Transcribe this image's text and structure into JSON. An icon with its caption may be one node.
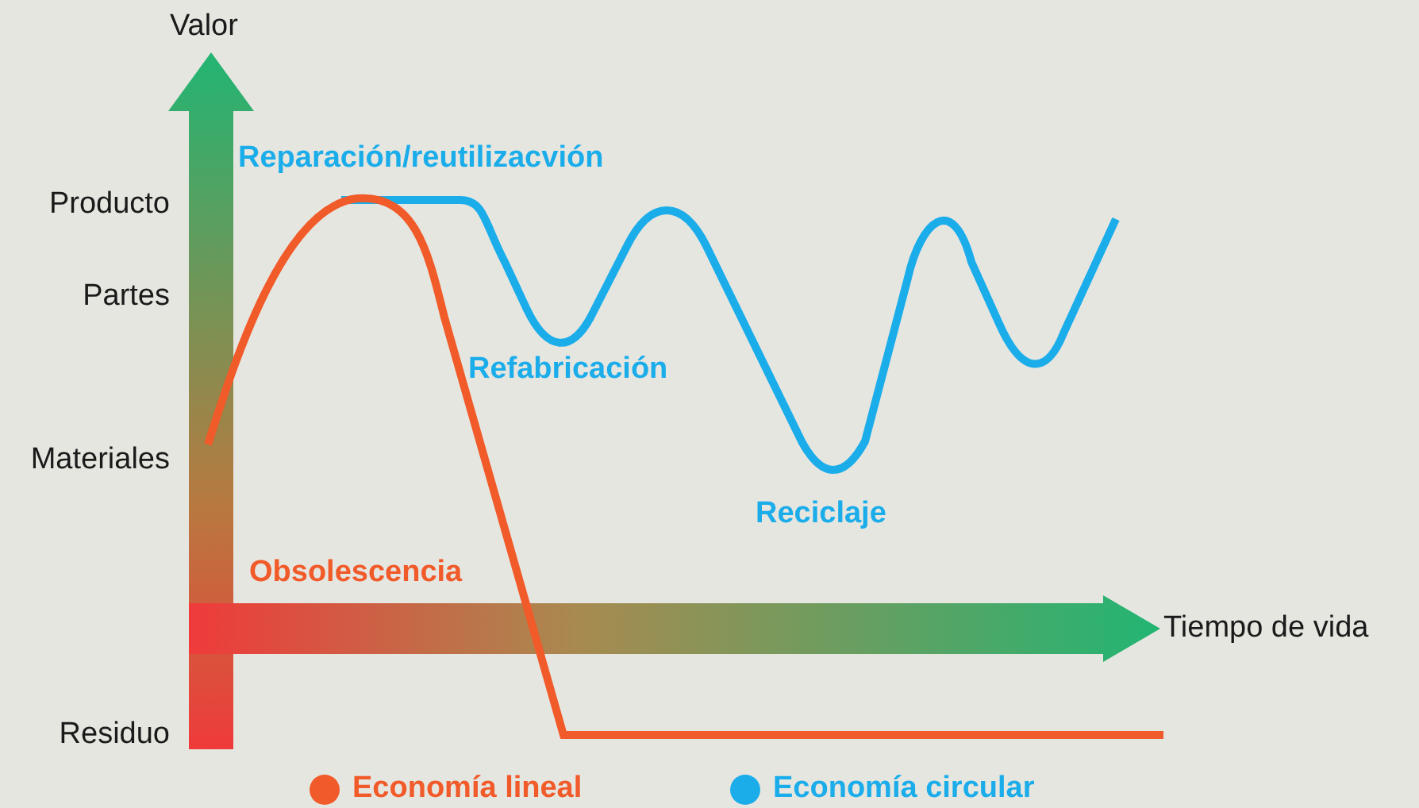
{
  "diagram": {
    "labels": [
      "Valor",
      "Reparación/reutilizacvión",
      "Producto",
      "Partes",
      "Refabricación",
      "Materiales",
      "Reciclaje",
      "Obsolescencia",
      "Tiempo de vida",
      "Residuo"
    ],
    "legend": [
      {
        "text": "Economía lineal",
        "color": "#f15a29"
      },
      {
        "text": "Economía circular",
        "color": "#1badea"
      }
    ]
  }
}
